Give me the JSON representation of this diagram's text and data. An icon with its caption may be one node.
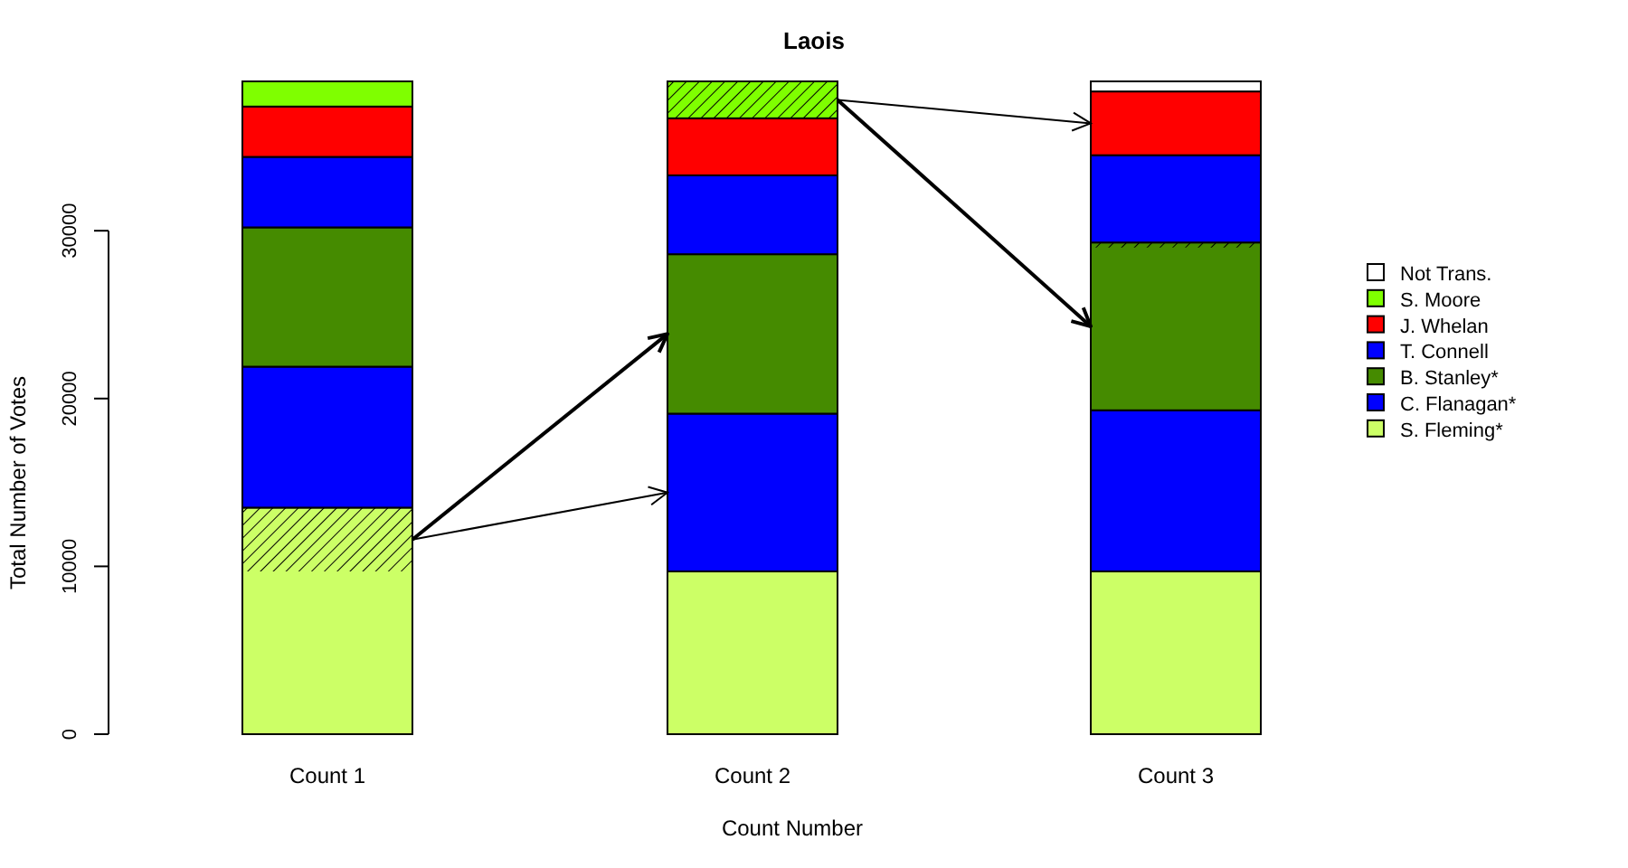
{
  "diagram": {
    "title": "Laois",
    "chart_data": {
      "type": "bar",
      "stacked": true,
      "xlabel": "Count Number",
      "ylabel": "Total Number of Votes",
      "categories": [
        "Count 1",
        "Count 2",
        "Count 3"
      ],
      "ylim": [
        0,
        38900
      ],
      "legend": "right",
      "yticks": [
        0,
        10000,
        20000,
        30000
      ],
      "series": [
        {
          "name": "S. Fleming*",
          "color": "#ccff66",
          "values": [
            13500,
            9700,
            9700
          ]
        },
        {
          "name": "C. Flanagan*",
          "color": "#0000ff",
          "values": [
            8400,
            9400,
            9600
          ]
        },
        {
          "name": "B. Stanley*",
          "color": "#458b00",
          "values": [
            8300,
            9500,
            10000
          ]
        },
        {
          "name": "T. Connell",
          "color": "#0000ff",
          "values": [
            4200,
            4700,
            5200
          ]
        },
        {
          "name": "J. Whelan",
          "color": "#ff0000",
          "values": [
            3000,
            3400,
            3800
          ]
        },
        {
          "name": "S. Moore",
          "color": "#7fff00",
          "values": [
            1500,
            2200,
            null
          ]
        },
        {
          "name": "Not Trans.",
          "color": "#ffffff",
          "values": [
            null,
            null,
            600
          ]
        }
      ]
    }
  }
}
